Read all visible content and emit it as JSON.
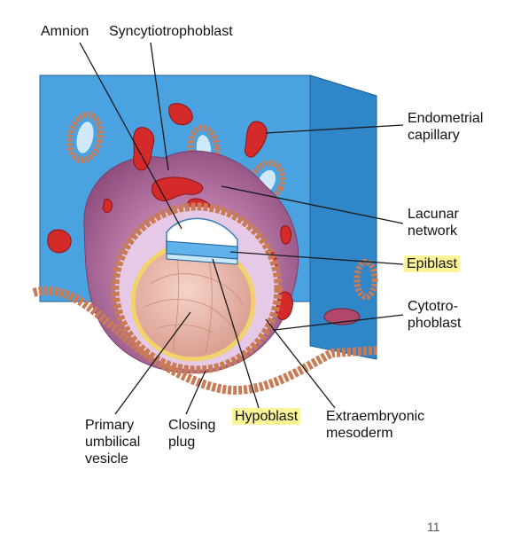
{
  "labels": {
    "amnion": "Amnion",
    "syncytiotrophoblast": "Syncytiotrophoblast",
    "endometrial_capillary": "Endometrial\ncapillary",
    "lacunar_network": "Lacunar\nnetwork",
    "epiblast": "Epiblast",
    "cytotrophoblast": "Cytotro-\nphoblast",
    "primary_umbilical_vesicle": "Primary\numbilical\nvesicle",
    "closing_plug": "Closing\nplug",
    "hypoblast": "Hypoblast",
    "extraembryonic_mesoderm": "Extraembryonic\nmesoderm"
  },
  "highlighted": [
    "epiblast",
    "hypoblast"
  ],
  "highlight_color": "#fbf59a",
  "colors": {
    "uterine_blue": "#4aa3e0",
    "uterine_blue_dark": "#2f86c8",
    "blood_red": "#d42a2a",
    "syncytium_purple": "#a05a8c",
    "yolk_sac_pink": "#e6b3a6",
    "cytotroph_yellow": "#f2d36b"
  },
  "page_number": "11"
}
